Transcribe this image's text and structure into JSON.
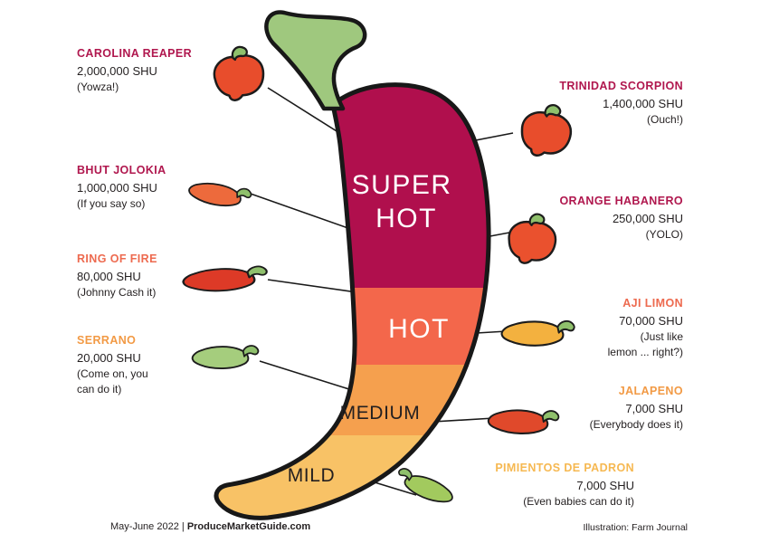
{
  "scale_zones": [
    {
      "label": "SUPER HOT",
      "lines": [
        "SUPER",
        "HOT"
      ],
      "color": "#b00f4d",
      "text_color": "#ffffff"
    },
    {
      "label": "HOT",
      "lines": [
        "HOT"
      ],
      "color": "#f3674b",
      "text_color": "#ffffff"
    },
    {
      "label": "MEDIUM",
      "lines": [
        "MEDIUM"
      ],
      "color": "#f5a04e",
      "text_color": "#231f20"
    },
    {
      "label": "MILD",
      "lines": [
        "MILD"
      ],
      "color": "#f8c266",
      "text_color": "#231f20"
    }
  ],
  "left_peppers": [
    {
      "name": "CAROLINA REAPER",
      "shu": "2,000,000 SHU",
      "comment": "(Yowza!)",
      "name_color": "#b0174e",
      "icon_color": "#e84d2c"
    },
    {
      "name": "BHUT JOLOKIA",
      "shu": "1,000,000 SHU",
      "comment": "(If you say so)",
      "name_color": "#b0174e",
      "icon_color": "#ed6a3c"
    },
    {
      "name": "RING OF FIRE",
      "shu": "80,000 SHU",
      "comment": "(Johnny Cash it)",
      "name_color": "#ed6a4f",
      "icon_color": "#dd3a27"
    },
    {
      "name": "SERRANO",
      "shu": "20,000 SHU",
      "comment": "(Come on, you\ncan do it)",
      "name_color": "#f29a45",
      "icon_color": "#a5cd7d"
    }
  ],
  "right_peppers": [
    {
      "name": "TRINIDAD SCORPION",
      "shu": "1,400,000 SHU",
      "comment": "(Ouch!)",
      "name_color": "#b0174e",
      "icon_color": "#e84d2c"
    },
    {
      "name": "ORANGE HABANERO",
      "shu": "250,000 SHU",
      "comment": "(YOLO)",
      "name_color": "#b0174e",
      "icon_color": "#ea512e"
    },
    {
      "name": "AJI LIMON",
      "shu": "70,000 SHU",
      "comment": "(Just like\nlemon ... right?)",
      "name_color": "#ed6a4f",
      "icon_color": "#f3b13f"
    },
    {
      "name": "JALAPENO",
      "shu": "7,000 SHU",
      "comment": "(Everybody does it)",
      "name_color": "#f29a45",
      "icon_color": "#e0492b"
    },
    {
      "name": "PIMIENTOS DE PADRON",
      "shu": "7,000 SHU",
      "comment": "(Even babies can do it)",
      "name_color": "#f6b851",
      "icon_color": "#a2ca5e"
    }
  ],
  "footer": {
    "issue": "May-June 2022",
    "separator": "|",
    "site": "ProduceMarketGuide.com",
    "credit": "Illustration: Farm Journal"
  }
}
